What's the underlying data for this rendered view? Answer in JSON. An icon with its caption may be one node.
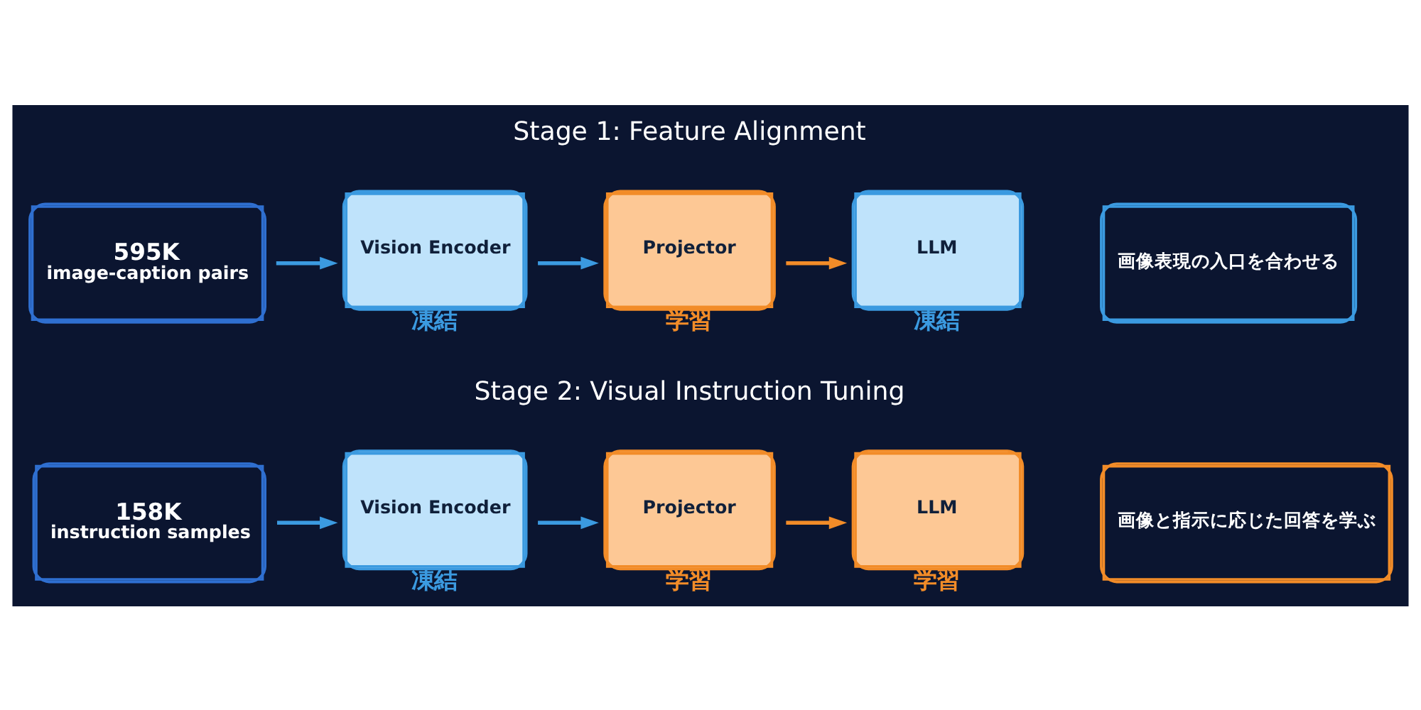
{
  "diagram": {
    "nodes": [
      {
        "text": [
          "595K",
          "image-caption pairs"
        ]
      },
      {
        "text": [
          "Vision Encoder"
        ],
        "beside": [
          "凍結"
        ]
      },
      {
        "text": [
          "Projector"
        ],
        "beside": [
          "学習"
        ]
      },
      {
        "text": [
          "LLM"
        ],
        "beside": [
          "凍結"
        ]
      },
      {
        "text": [
          "画像表現の入口を合わせる"
        ]
      },
      {
        "text": [
          "158K",
          "instruction samples"
        ]
      },
      {
        "text": [
          "Vision Encoder"
        ],
        "beside": [
          "凍結"
        ]
      },
      {
        "text": [
          "Projector"
        ],
        "beside": [
          "学習"
        ]
      },
      {
        "text": [
          "LLM"
        ],
        "beside": [
          "学習"
        ]
      },
      {
        "text": [
          "画像と指示に応じた回答を学ぶ"
        ]
      }
    ],
    "edges": [
      {
        "from": 0,
        "to": 1,
        "arrow": "to"
      },
      {
        "from": 1,
        "to": 2,
        "arrow": "to"
      },
      {
        "from": 2,
        "to": 3,
        "arrow": "to",
        "color": "#f28c28"
      },
      {
        "from": 5,
        "to": 6,
        "arrow": "to"
      },
      {
        "from": 6,
        "to": 7,
        "arrow": "to"
      },
      {
        "from": 7,
        "to": 8,
        "arrow": "to",
        "color": "#f28c28"
      }
    ],
    "labels": [
      "Stage 1: Feature Alignment",
      "Stage 2: Visual Instruction Tuning"
    ]
  }
}
